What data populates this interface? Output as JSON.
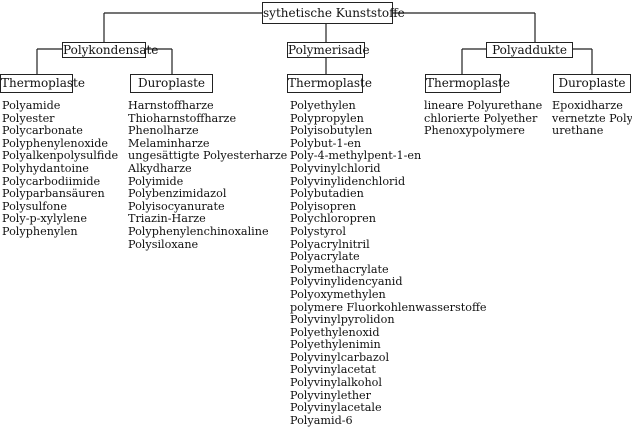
{
  "root": "sythetische Kunststoffe",
  "categories": [
    {
      "label": "Polykondensate",
      "groups": [
        {
          "label": "Thermoplaste",
          "items": [
            "Polyamide",
            "Polyester",
            "Polycarbonate",
            "Polyphenylenoxide",
            "Polyalkenpolysulfide",
            "Polyhydantoine",
            "Polycarbodiimide",
            "Polyparbansäuren",
            "Polysulfone",
            "Poly-p-xylylene",
            "Polyphenylen"
          ]
        },
        {
          "label": "Duroplaste",
          "items": [
            "Harnstoffharze",
            "Thioharnstoffharze",
            "Phenolharze",
            "Melaminharze",
            "ungesättigte Polyesterharze",
            "Alkydharze",
            "Polyimide",
            "Polybenzimidazol",
            "Polyisocyanurate",
            "Triazin-Harze",
            "Polyphenylenchinoxaline",
            "Polysiloxane"
          ]
        }
      ]
    },
    {
      "label": "Polymerisade",
      "groups": [
        {
          "label": "Thermoplaste",
          "items": [
            "Polyethylen",
            "Polypropylen",
            "Polyisobutylen",
            "Polybut-1-en",
            "Poly-4-methylpent-1-en",
            "Polyvinylchlorid",
            "Polyvinylidenchlorid",
            "Polybutadien",
            "Polyisopren",
            "Polychloropren",
            "Polystyrol",
            "Polyacrylnitril",
            "Polyacrylate",
            "Polymethacrylate",
            "Polyvinylidencyanid",
            "Polyoxymethylen",
            "polymere Fluorkohlenwasserstoffe",
            "Polyvinylpyrolidon",
            "Polyethylenoxid",
            "Polyethylenimin",
            "Polyvinylcarbazol",
            "Polyvinylacetat",
            "Polyvinylalkohol",
            "Polyvinylether",
            "Polyvinylacetale",
            "Polyamid-6"
          ]
        }
      ]
    },
    {
      "label": "Polyaddukte",
      "groups": [
        {
          "label": "Thermoplaste",
          "items": [
            "lineare Polyurethane",
            "chlorierte Polyether",
            "Phenoxypolymere"
          ]
        },
        {
          "label": "Duroplaste",
          "items": [
            "Epoxidharze",
            "vernetzte Poly-",
            "urethane"
          ]
        }
      ]
    }
  ]
}
